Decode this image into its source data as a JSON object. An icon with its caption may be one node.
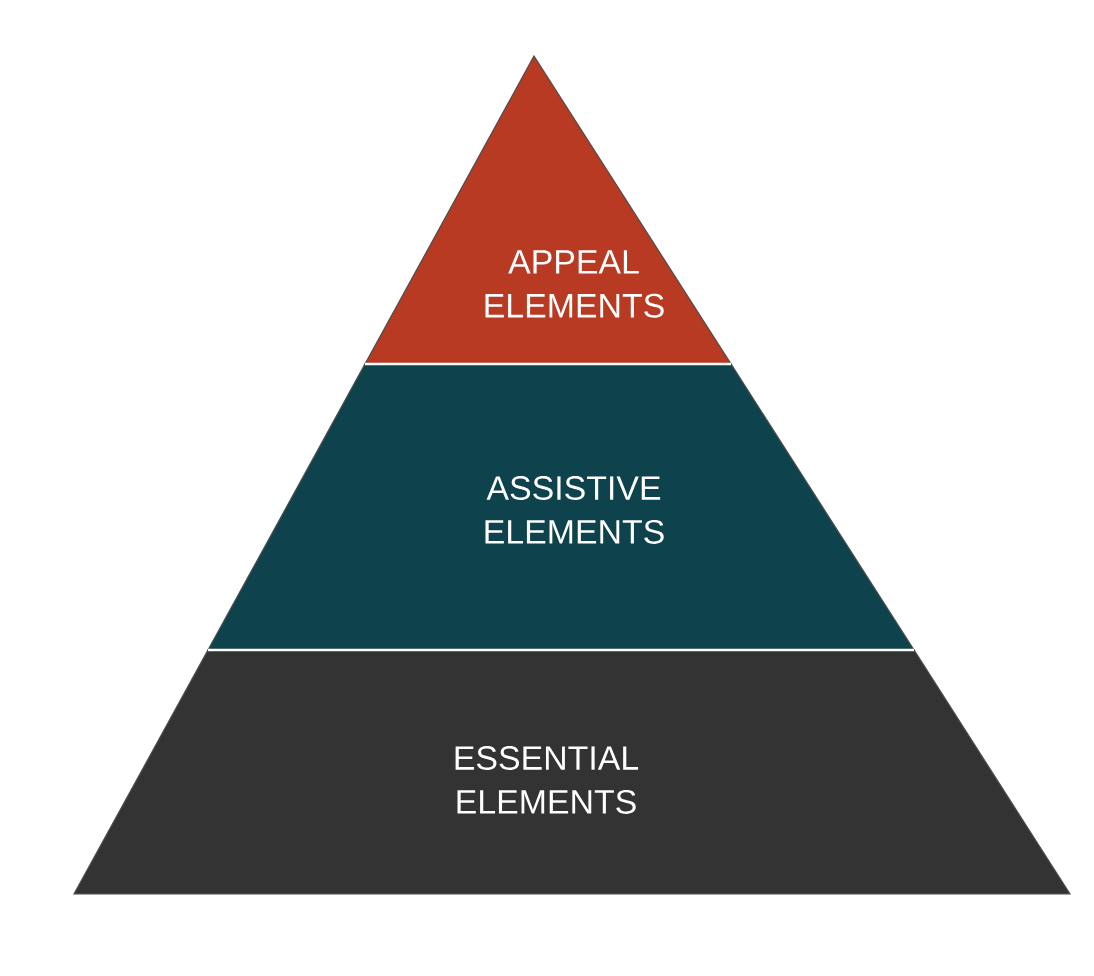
{
  "diagram": {
    "nodes": [
      {
        "text": [
          "APPEAL ELEMENTS"
        ]
      },
      {
        "text": [
          "ASSISTIVE ELEMENTS"
        ]
      },
      {
        "text": [
          "ESSENTIAL ELEMENTS"
        ]
      }
    ]
  }
}
